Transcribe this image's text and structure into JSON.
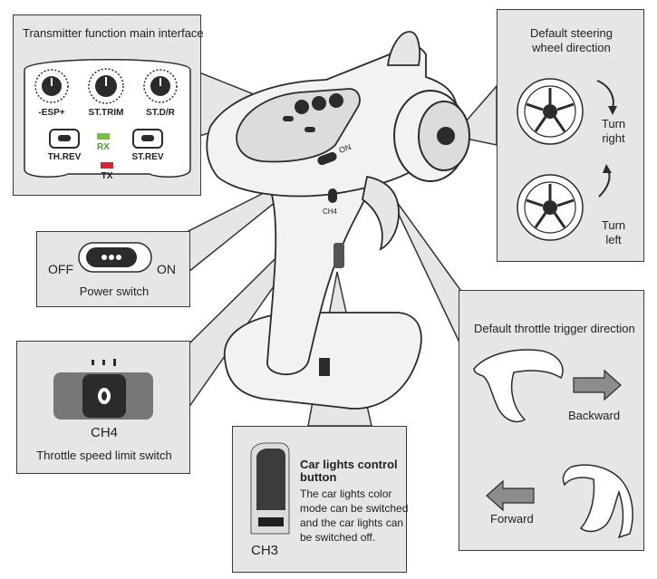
{
  "main_interface": {
    "title": "Transmitter function main interface",
    "knobs": [
      "-ESP+",
      "ST.TRIM",
      "ST.D/R"
    ],
    "buttons": [
      "TH.REV",
      "ST.REV"
    ],
    "indicators": [
      {
        "label": "RX",
        "color": "#76c043"
      },
      {
        "label": "TX",
        "color": "#d7262d"
      }
    ]
  },
  "steering": {
    "title_line1": "Default steering",
    "title_line2": "wheel direction",
    "right_line1": "Turn",
    "right_line2": "right",
    "left_line1": "Turn",
    "left_line2": "left"
  },
  "power": {
    "off": "OFF",
    "on": "ON",
    "caption": "Power switch"
  },
  "ch4": {
    "label": "CH4",
    "caption": "Throttle speed limit switch"
  },
  "ch3": {
    "title_line1": "Car lights control",
    "title_line2": "button",
    "desc_lines": [
      "The car lights color",
      "mode can be switched",
      "and the car lights can",
      "be switched off."
    ],
    "label": "CH3"
  },
  "throttle": {
    "title": "Default throttle trigger direction",
    "backward": "Backward",
    "forward": "Forward"
  },
  "device_labels": {
    "on": "ON",
    "ch4": "CH4"
  }
}
